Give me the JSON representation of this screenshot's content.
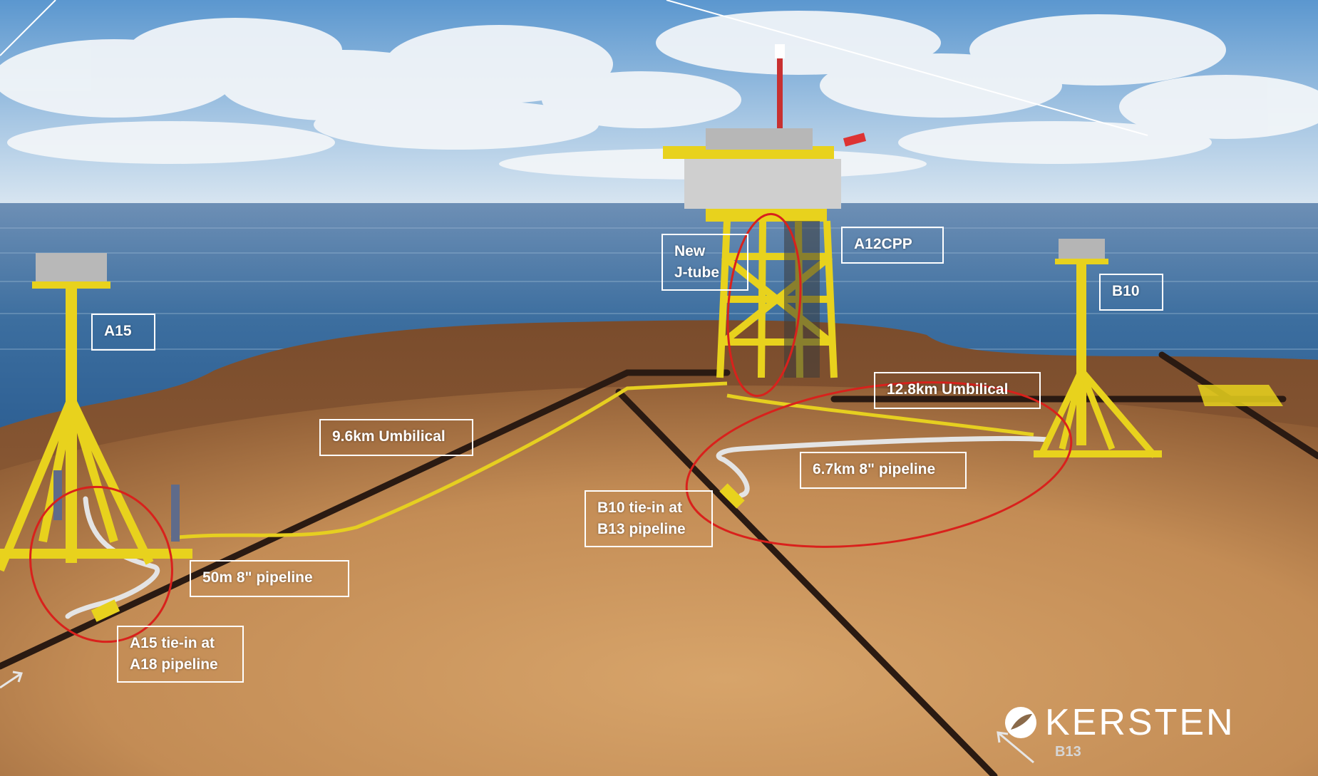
{
  "labels": {
    "a15": "A15",
    "new_jtube_line1": "New",
    "new_jtube_line2": "J-tube",
    "a12cpp": "A12CPP",
    "b10": "B10",
    "umbilical_12_8": "12.8km Umbilical",
    "umbilical_9_6": "9.6km Umbilical",
    "pipeline_6_7": "6.7km 8\" pipeline",
    "b10_tiein_line1": "B10 tie-in at",
    "b10_tiein_line2": "B13 pipeline",
    "pipeline_50m": "50m 8\" pipeline",
    "a15_tiein_line1": "A15 tie-in at",
    "a15_tiein_line2": "A18 pipeline"
  },
  "logo": {
    "text": "KERSTEN",
    "icon": "kersten-leaf-logo-icon"
  },
  "corner": {
    "b13": "B13"
  },
  "colors": {
    "sky": "#6fa6d6",
    "sea": "#3f6fa0",
    "seabed": "#c9945a",
    "structure_yellow": "#e8d21d",
    "highlight_red": "#d9211c",
    "pipeline_dark": "#2a1a12",
    "label_border": "#ffffff"
  }
}
